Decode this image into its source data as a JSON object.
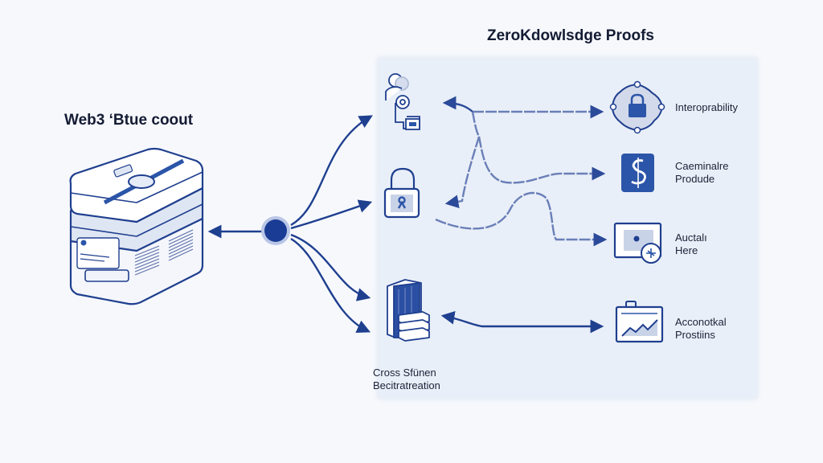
{
  "diagram": {
    "title": "ZeroKdowlsdge Proofs",
    "left_title": "Web3 ‘Btue coout",
    "colors": {
      "primary": "#1f3f8f",
      "accent": "#2b55a8",
      "panel_bg": "#e9eff8",
      "page_bg": "#f6f8fc",
      "icon_fill": "#c9d3e8",
      "dashed_line": "#6a7fb8"
    },
    "source_node": {
      "icon": "storage-box-icon"
    },
    "hub_node": {
      "icon": "hub-circle-icon"
    },
    "left_items": [
      {
        "icon": "user-gear-icon"
      },
      {
        "icon": "padlock-icon"
      },
      {
        "icon": "books-stack-icon",
        "label_line1": "Cross Sfünen",
        "label_line2": "Becitratreation"
      }
    ],
    "right_items": [
      {
        "icon": "network-lock-icon",
        "label_line1": "Interoprability",
        "label_line2": ""
      },
      {
        "icon": "dollar-document-icon",
        "label_line1": "Caeminalre",
        "label_line2": "Produde"
      },
      {
        "icon": "monitor-settings-icon",
        "label_line1": "Auctalı",
        "label_line2": "Here"
      },
      {
        "icon": "chart-folder-icon",
        "label_line1": "Acconotkal",
        "label_line2": "Prostiins"
      }
    ]
  }
}
